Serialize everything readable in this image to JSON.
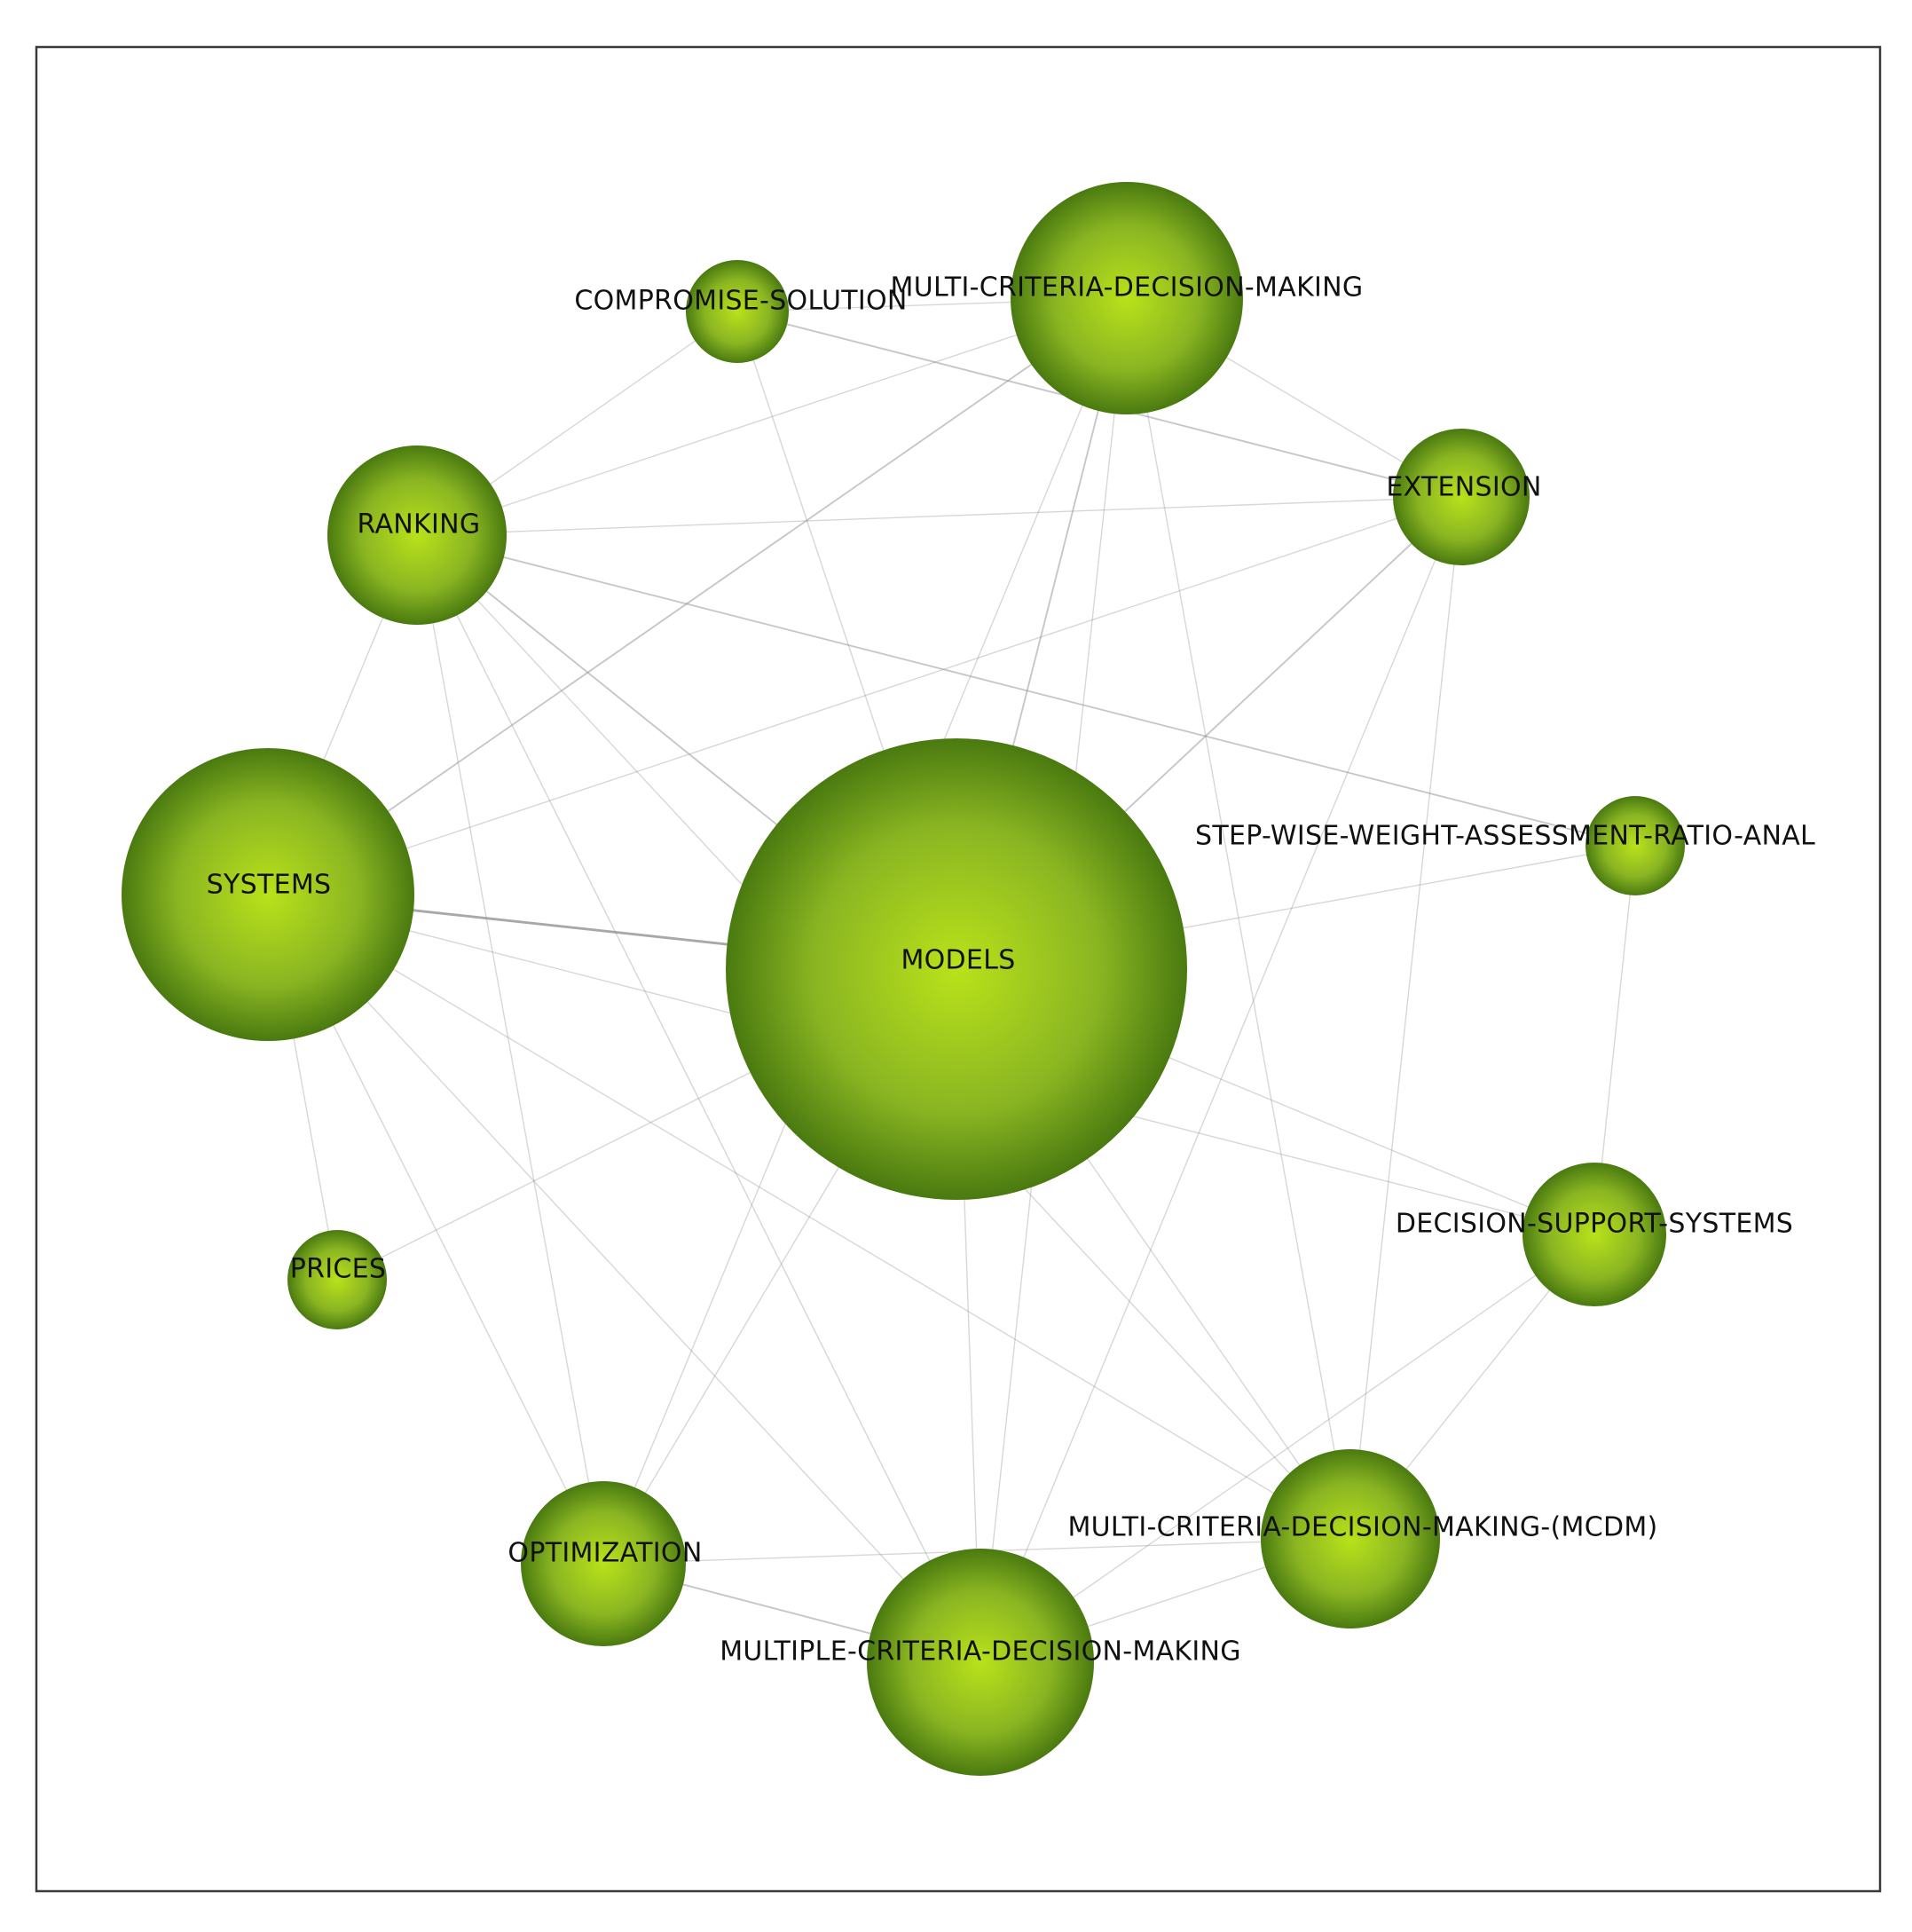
{
  "diagram": {
    "type": "keyword-co-occurrence-network",
    "colors": {
      "node_center": "#b9e21a",
      "node_mid": "#8ab522",
      "node_edge": "#4a7a10",
      "edge": "#8f8f8f",
      "frame": "#3a3a3a"
    },
    "nodes": [
      {
        "id": "models",
        "label": "MODELS",
        "size": 100
      },
      {
        "id": "systems",
        "label": "SYSTEMS",
        "size": 64
      },
      {
        "id": "mcdm_main",
        "label": "MULTI-CRITERIA-DECISION-MAKING",
        "size": 51
      },
      {
        "id": "multiple",
        "label": "MULTIPLE-CRITERIA-DECISION-MAKING",
        "size": 50
      },
      {
        "id": "ranking",
        "label": "RANKING",
        "size": 40
      },
      {
        "id": "mcdm_abbr",
        "label": "MULTI-CRITERIA-DECISION-MAKING-(MCDM)",
        "size": 40
      },
      {
        "id": "optimization",
        "label": "OPTIMIZATION",
        "size": 37
      },
      {
        "id": "dss",
        "label": "DECISION-SUPPORT-SYSTEMS",
        "size": 32
      },
      {
        "id": "extension",
        "label": "EXTENSION",
        "size": 30
      },
      {
        "id": "compromise",
        "label": "COMPROMISE-SOLUTION",
        "size": 23
      },
      {
        "id": "prices",
        "label": "PRICES",
        "size": 22
      },
      {
        "id": "swara",
        "label": "STEP-WISE-WEIGHT-ASSESSMENT-RATIO-ANAL",
        "size": 22
      }
    ],
    "edges": [
      {
        "source": "systems",
        "target": "models",
        "weight": 4
      },
      {
        "source": "systems",
        "target": "mcdm_main",
        "weight": 2
      },
      {
        "source": "systems",
        "target": "extension",
        "weight": 1
      },
      {
        "source": "systems",
        "target": "ranking",
        "weight": 1
      },
      {
        "source": "systems",
        "target": "prices",
        "weight": 1
      },
      {
        "source": "systems",
        "target": "optimization",
        "weight": 1
      },
      {
        "source": "systems",
        "target": "multiple",
        "weight": 1
      },
      {
        "source": "systems",
        "target": "mcdm_abbr",
        "weight": 1
      },
      {
        "source": "systems",
        "target": "dss",
        "weight": 1
      },
      {
        "source": "ranking",
        "target": "models",
        "weight": 2
      },
      {
        "source": "ranking",
        "target": "compromise",
        "weight": 1
      },
      {
        "source": "ranking",
        "target": "mcdm_main",
        "weight": 1
      },
      {
        "source": "ranking",
        "target": "extension",
        "weight": 1
      },
      {
        "source": "ranking",
        "target": "swara",
        "weight": 2
      },
      {
        "source": "ranking",
        "target": "optimization",
        "weight": 1
      },
      {
        "source": "ranking",
        "target": "multiple",
        "weight": 1
      },
      {
        "source": "ranking",
        "target": "mcdm_abbr",
        "weight": 1
      },
      {
        "source": "compromise",
        "target": "mcdm_main",
        "weight": 1
      },
      {
        "source": "compromise",
        "target": "extension",
        "weight": 2
      },
      {
        "source": "compromise",
        "target": "models",
        "weight": 1
      },
      {
        "source": "mcdm_main",
        "target": "models",
        "weight": 2
      },
      {
        "source": "mcdm_main",
        "target": "extension",
        "weight": 1
      },
      {
        "source": "mcdm_main",
        "target": "multiple",
        "weight": 1
      },
      {
        "source": "mcdm_main",
        "target": "mcdm_abbr",
        "weight": 1
      },
      {
        "source": "mcdm_main",
        "target": "optimization",
        "weight": 1
      },
      {
        "source": "extension",
        "target": "models",
        "weight": 2
      },
      {
        "source": "extension",
        "target": "mcdm_abbr",
        "weight": 1
      },
      {
        "source": "extension",
        "target": "multiple",
        "weight": 1
      },
      {
        "source": "models",
        "target": "swara",
        "weight": 1
      },
      {
        "source": "models",
        "target": "dss",
        "weight": 1
      },
      {
        "source": "models",
        "target": "mcdm_abbr",
        "weight": 1
      },
      {
        "source": "models",
        "target": "multiple",
        "weight": 1
      },
      {
        "source": "models",
        "target": "optimization",
        "weight": 1
      },
      {
        "source": "models",
        "target": "prices",
        "weight": 1
      },
      {
        "source": "swara",
        "target": "dss",
        "weight": 1
      },
      {
        "source": "dss",
        "target": "mcdm_abbr",
        "weight": 1
      },
      {
        "source": "dss",
        "target": "multiple",
        "weight": 1
      },
      {
        "source": "mcdm_abbr",
        "target": "multiple",
        "weight": 1
      },
      {
        "source": "optimization",
        "target": "multiple",
        "weight": 2
      },
      {
        "source": "optimization",
        "target": "mcdm_abbr",
        "weight": 1
      }
    ]
  }
}
